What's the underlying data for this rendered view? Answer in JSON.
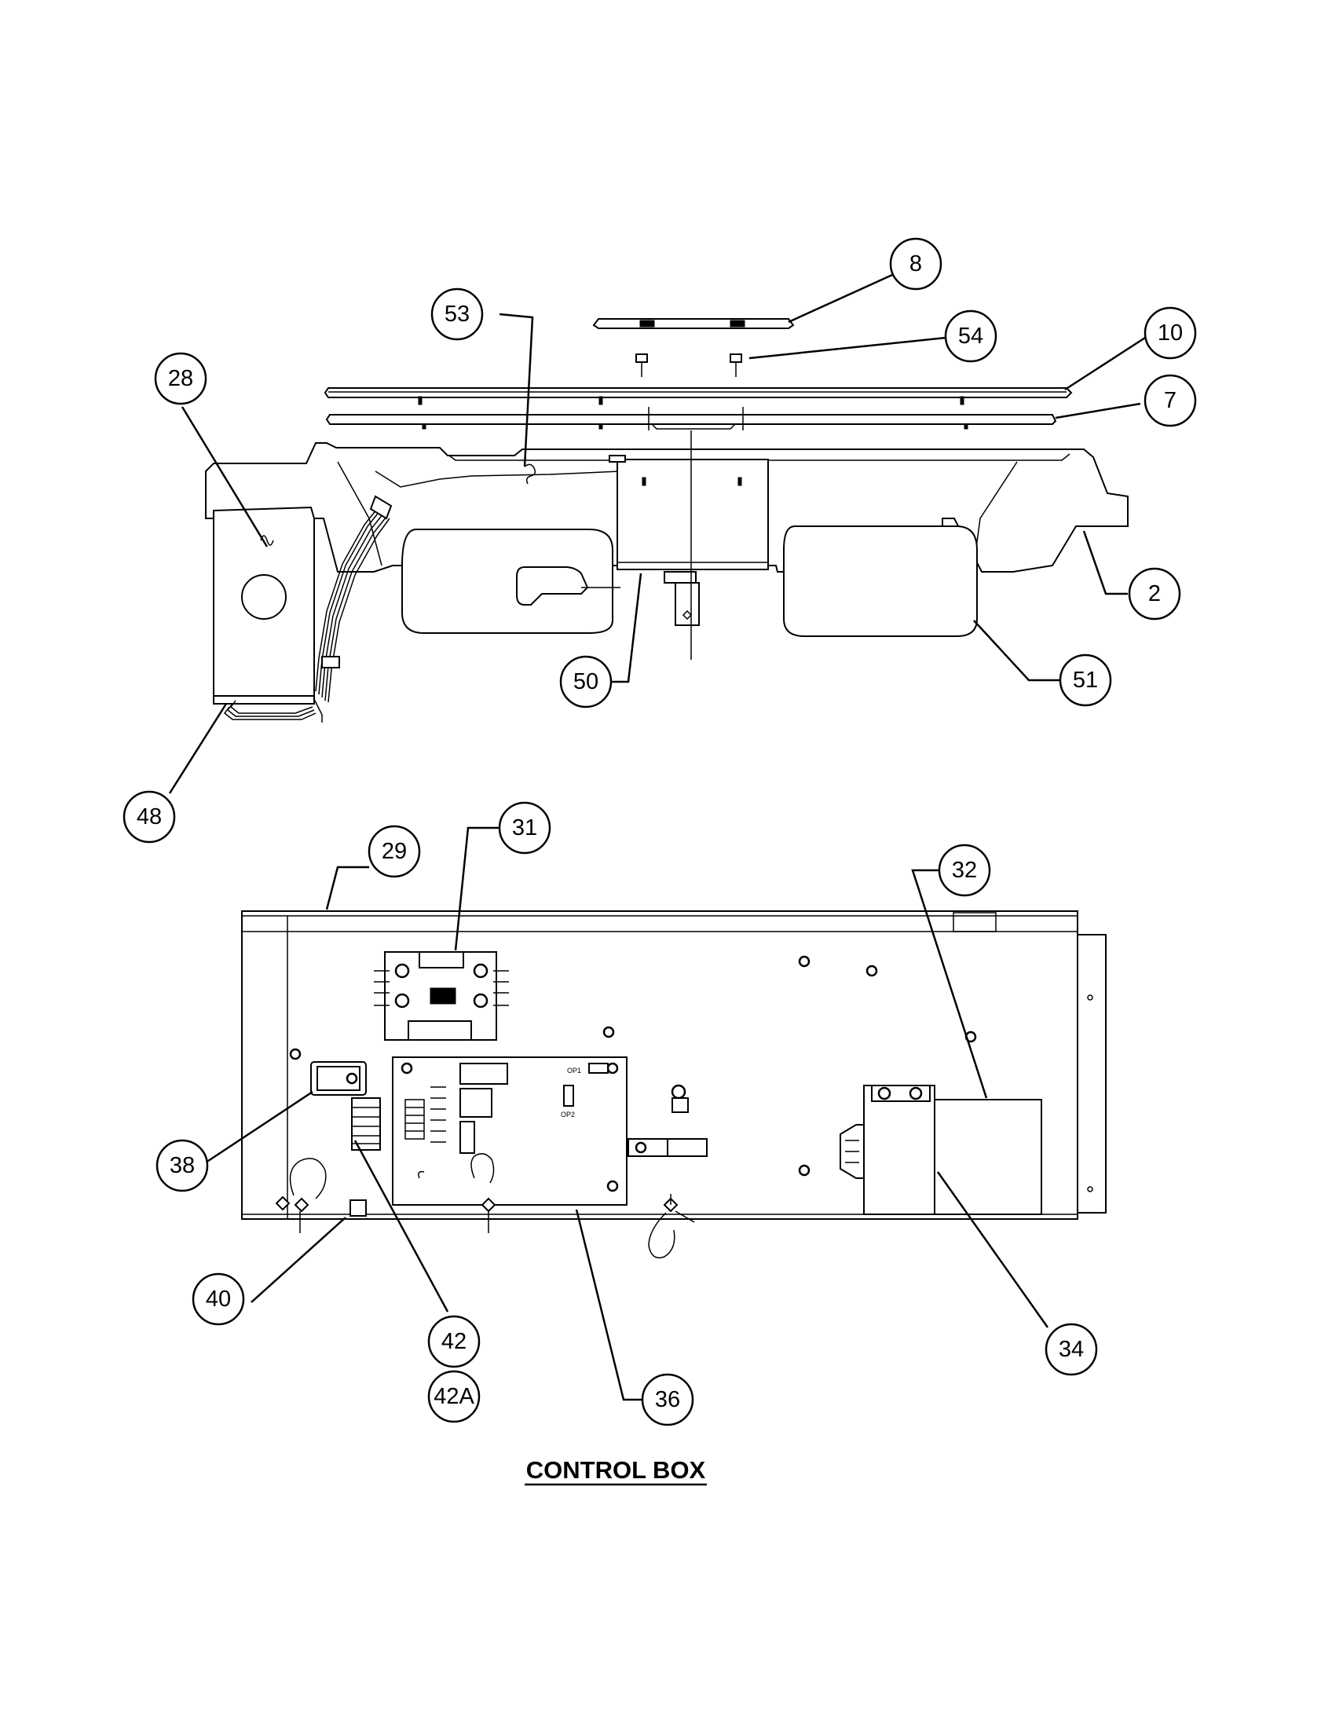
{
  "diagram": {
    "title": "CONTROL BOX",
    "callouts": [
      {
        "id": "8",
        "label": "8"
      },
      {
        "id": "53",
        "label": "53"
      },
      {
        "id": "54",
        "label": "54"
      },
      {
        "id": "10",
        "label": "10"
      },
      {
        "id": "28",
        "label": "28"
      },
      {
        "id": "7",
        "label": "7"
      },
      {
        "id": "2",
        "label": "2"
      },
      {
        "id": "50",
        "label": "50"
      },
      {
        "id": "51",
        "label": "51"
      },
      {
        "id": "48",
        "label": "48"
      },
      {
        "id": "29",
        "label": "29"
      },
      {
        "id": "31",
        "label": "31"
      },
      {
        "id": "32",
        "label": "32"
      },
      {
        "id": "38",
        "label": "38"
      },
      {
        "id": "40",
        "label": "40"
      },
      {
        "id": "42",
        "label": "42"
      },
      {
        "id": "42A",
        "label": "42A"
      },
      {
        "id": "36",
        "label": "36"
      },
      {
        "id": "34",
        "label": "34"
      }
    ],
    "board_labels": {
      "op1": "OP1",
      "op2": "OP2"
    }
  }
}
